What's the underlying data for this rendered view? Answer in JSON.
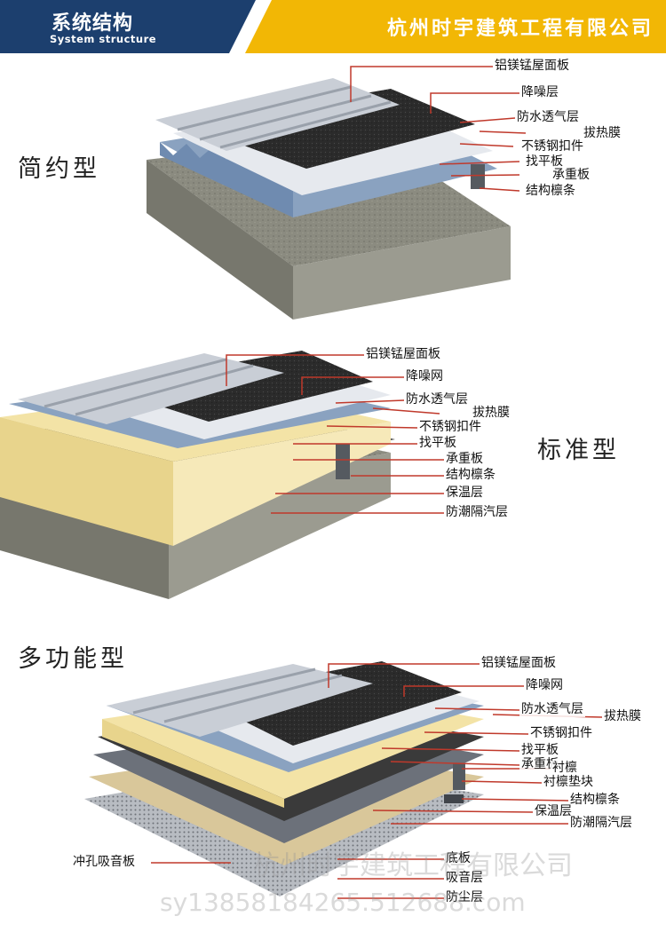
{
  "header": {
    "title_cn": "系统结构",
    "title_en": "System structure",
    "company": "杭州时宇建筑工程有限公司"
  },
  "colors": {
    "banner_left": "#1c3f6e",
    "banner_right": "#f2b705",
    "leader_line": "#c0392b",
    "roof_panel": "#c9ced6",
    "felt": "#2b2b2b",
    "deck": "#8aa2c0",
    "insulation": "#f3e3a6",
    "concrete": "#8b8b80"
  },
  "sections": [
    {
      "label": "简约型",
      "layers": [
        "铝镁锰屋面板",
        "降噪层",
        "防水透气层",
        "拔热膜",
        "不锈钢扣件",
        "找平板",
        "承重板",
        "结构檩条"
      ]
    },
    {
      "label": "标准型",
      "layers": [
        "铝镁锰屋面板",
        "降噪网",
        "防水透气层",
        "拔热膜",
        "不锈钢扣件",
        "找平板",
        "承重板",
        "结构檩条",
        "保温层",
        "防潮隔汽层"
      ]
    },
    {
      "label": "多功能型",
      "layers": [
        "铝镁锰屋面板",
        "降噪网",
        "防水透气层",
        "拔热膜",
        "不锈钢扣件",
        "找平板",
        "承重板",
        "衬檩",
        "衬檩垫块",
        "结构檩条",
        "保温层",
        "防潮隔汽层",
        "底板",
        "冲孔吸音板",
        "吸音层",
        "防尘层"
      ]
    }
  ],
  "watermark": {
    "company": "杭州时宇建筑工程有限公司",
    "contact": "sy13858184265.512688.com"
  }
}
